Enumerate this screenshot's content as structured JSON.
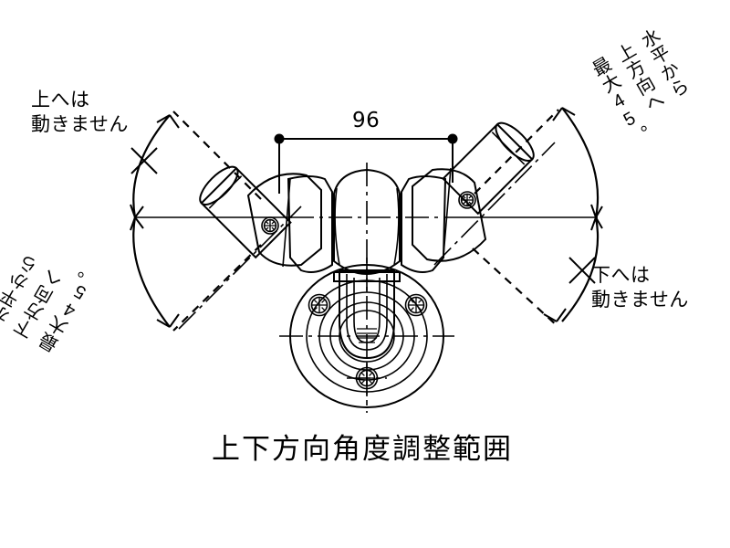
{
  "drawing": {
    "caption": "上下方向角度調整範囲",
    "dimension": {
      "value": "96",
      "terminator": "filled-dot"
    },
    "callouts": {
      "top_left": {
        "line1": "上へは",
        "line2": "動きません",
        "marker": "x-cross"
      },
      "bottom_right": {
        "line1": "下へは",
        "line2": "動きません",
        "marker": "x-cross"
      },
      "top_right": {
        "col1": "水平から",
        "col2": "上方向へ",
        "col3": "最大45。",
        "rotation_deg": 60
      },
      "bottom_left": {
        "col1": "水平から",
        "col2": "下方向へ",
        "col3": "最大45。",
        "rotation_deg": -60
      }
    },
    "parts": {
      "left_arm": "nozzle-arm-left",
      "right_arm": "nozzle-arm-right",
      "center_joint": "swivel-joint",
      "base_flange": "mounting-flange",
      "screws": [
        "screw-left",
        "screw-right",
        "screw-base-upper-left",
        "screw-base-upper-right",
        "screw-base-bottom"
      ]
    },
    "colors": {
      "line": "#000000",
      "background": "#ffffff"
    }
  }
}
